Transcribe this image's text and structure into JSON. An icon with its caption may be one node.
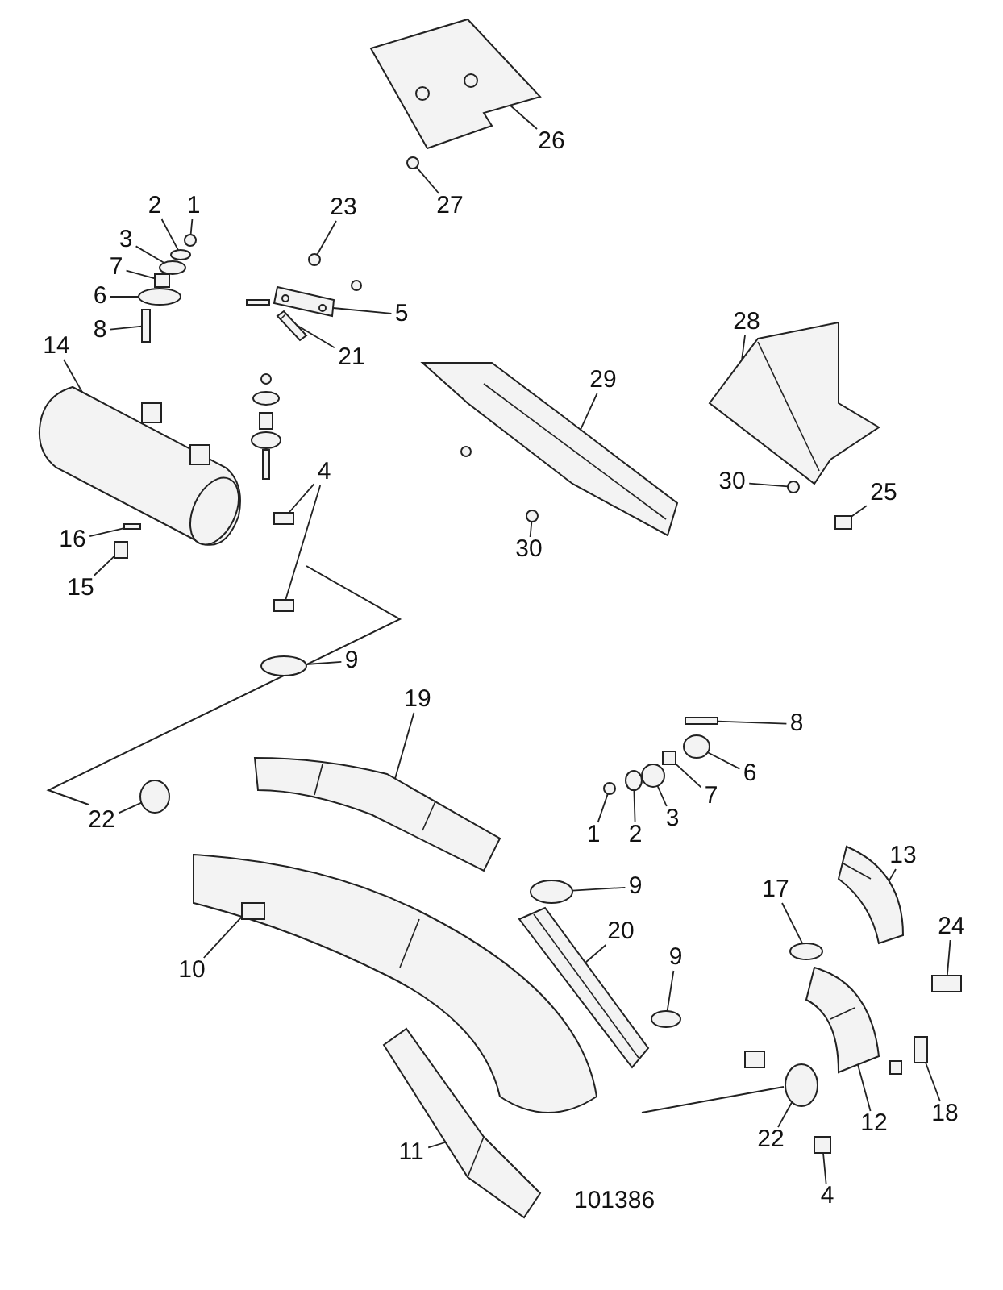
{
  "diagram": {
    "nodes": [
      {
        "text": [
          "26"
        ]
      },
      {
        "text": [
          "27"
        ]
      },
      {
        "text": [
          "2"
        ]
      },
      {
        "text": [
          "1"
        ]
      },
      {
        "text": [
          "3"
        ]
      },
      {
        "text": [
          "7"
        ]
      },
      {
        "text": [
          "6"
        ]
      },
      {
        "text": [
          "8"
        ]
      },
      {
        "text": [
          "23"
        ]
      },
      {
        "text": [
          "5"
        ]
      },
      {
        "text": [
          "21"
        ]
      },
      {
        "text": [
          "14"
        ]
      },
      {
        "text": [
          "16"
        ]
      },
      {
        "text": [
          "15"
        ]
      },
      {
        "text": [
          "4"
        ]
      },
      {
        "text": [
          "29"
        ]
      },
      {
        "text": [
          "28"
        ]
      },
      {
        "text": [
          "30"
        ]
      },
      {
        "text": [
          "30"
        ]
      },
      {
        "text": [
          "25"
        ]
      },
      {
        "text": [
          "9"
        ]
      },
      {
        "text": [
          "19"
        ]
      },
      {
        "text": [
          "8"
        ]
      },
      {
        "text": [
          "6"
        ]
      },
      {
        "text": [
          "7"
        ]
      },
      {
        "text": [
          "3"
        ]
      },
      {
        "text": [
          "2"
        ]
      },
      {
        "text": [
          "1"
        ]
      },
      {
        "text": [
          "22"
        ]
      },
      {
        "text": [
          "9"
        ]
      },
      {
        "text": [
          "20"
        ]
      },
      {
        "text": [
          "17"
        ]
      },
      {
        "text": [
          "13"
        ]
      },
      {
        "text": [
          "24"
        ]
      },
      {
        "text": [
          "9"
        ]
      },
      {
        "text": [
          "10"
        ]
      },
      {
        "text": [
          "12"
        ]
      },
      {
        "text": [
          "18"
        ]
      },
      {
        "text": [
          "11"
        ]
      },
      {
        "text": [
          "22"
        ]
      },
      {
        "text": [
          "4"
        ]
      },
      {
        "text": [],
        "shape": "picture"
      },
      {
        "text": [],
        "shape": "circle"
      },
      {
        "text": [],
        "shape": "circle"
      },
      {
        "text": [],
        "shape": "circle"
      },
      {
        "text": [],
        "shape": "circle"
      },
      {
        "text": [],
        "shape": "box"
      },
      {
        "text": [],
        "shape": "circle"
      },
      {
        "text": [],
        "shape": "box"
      },
      {
        "text": [],
        "shape": "circle"
      },
      {
        "text": [],
        "shape": "picture"
      },
      {
        "text": [],
        "shape": "picture"
      },
      {
        "text": [],
        "shape": "picture"
      },
      {
        "text": [],
        "shape": "box"
      },
      {
        "text": [],
        "shape": "box"
      },
      {
        "text": [],
        "shape": "box"
      },
      {
        "text": [],
        "shape": "box"
      },
      {
        "text": [],
        "shape": "picture"
      },
      {
        "text": [],
        "shape": "picture"
      },
      {
        "text": [],
        "shape": "circle"
      },
      {
        "text": [],
        "shape": "circle"
      },
      {
        "text": [],
        "shape": "box"
      },
      {
        "text": [],
        "shape": "circle"
      },
      {
        "text": [],
        "shape": "picture"
      },
      {
        "text": [],
        "shape": "box"
      },
      {
        "text": [],
        "shape": "circle"
      },
      {
        "text": [],
        "shape": "box"
      },
      {
        "text": [],
        "shape": "circle"
      },
      {
        "text": [],
        "shape": "circle"
      },
      {
        "text": [],
        "shape": "circle"
      },
      {
        "text": [],
        "shape": "circle"
      },
      {
        "text": [],
        "shape": "circle"
      },
      {
        "text": [],
        "shape": "picture"
      },
      {
        "text": [],
        "shape": "circle"
      },
      {
        "text": [],
        "shape": "picture"
      },
      {
        "text": [],
        "shape": "box"
      },
      {
        "text": [],
        "shape": "circle"
      },
      {
        "text": [],
        "shape": "picture"
      },
      {
        "text": [],
        "shape": "picture"
      },
      {
        "text": [],
        "shape": "box"
      },
      {
        "text": [],
        "shape": "picture"
      },
      {
        "text": [],
        "shape": "circle"
      },
      {
        "text": [],
        "shape": "box"
      },
      {
        "text": [],
        "shape": "box"
      },
      {
        "text": [],
        "shape": "circle"
      },
      {
        "text": [],
        "shape": "circle"
      },
      {
        "text": [],
        "shape": "circle"
      },
      {
        "text": [],
        "shape": "box"
      },
      {
        "text": [],
        "shape": "circle"
      },
      {
        "text": [],
        "shape": "box"
      },
      {
        "text": [],
        "shape": "circle"
      },
      {
        "text": [],
        "shape": "box"
      },
      {
        "text": [],
        "shape": "box"
      }
    ],
    "edges": [
      {
        "from": 0,
        "to": 41,
        "arrow": "none"
      },
      {
        "from": 1,
        "to": 42,
        "arrow": "none"
      },
      {
        "from": 2,
        "to": 43,
        "arrow": "none"
      },
      {
        "from": 3,
        "to": 44,
        "arrow": "none"
      },
      {
        "from": 4,
        "to": 45,
        "arrow": "none"
      },
      {
        "from": 5,
        "to": 46,
        "arrow": "none"
      },
      {
        "from": 6,
        "to": 47,
        "arrow": "none"
      },
      {
        "from": 7,
        "to": 48,
        "arrow": "none"
      },
      {
        "from": 8,
        "to": 49,
        "arrow": "none"
      },
      {
        "from": 9,
        "to": 50,
        "arrow": "none"
      },
      {
        "from": 10,
        "to": 51,
        "arrow": "none"
      },
      {
        "from": 11,
        "to": 52,
        "arrow": "none"
      },
      {
        "from": 12,
        "to": 53,
        "arrow": "none"
      },
      {
        "from": 13,
        "to": 54,
        "arrow": "none"
      },
      {
        "from": 14,
        "to": 55,
        "arrow": "none"
      },
      {
        "from": 14,
        "to": 56,
        "arrow": "none"
      },
      {
        "from": 15,
        "to": 57,
        "arrow": "none"
      },
      {
        "from": 16,
        "to": 58,
        "arrow": "none"
      },
      {
        "from": 17,
        "to": 59,
        "arrow": "none"
      },
      {
        "from": 18,
        "to": 60,
        "arrow": "none"
      },
      {
        "from": 19,
        "to": 61,
        "arrow": "none"
      },
      {
        "from": 20,
        "to": 62,
        "arrow": "none"
      },
      {
        "from": 21,
        "to": 63,
        "arrow": "none"
      },
      {
        "from": 22,
        "to": 64,
        "arrow": "none"
      },
      {
        "from": 23,
        "to": 65,
        "arrow": "none"
      },
      {
        "from": 24,
        "to": 66,
        "arrow": "none"
      },
      {
        "from": 25,
        "to": 67,
        "arrow": "none"
      },
      {
        "from": 26,
        "to": 68,
        "arrow": "none"
      },
      {
        "from": 27,
        "to": 69,
        "arrow": "none"
      },
      {
        "from": 28,
        "to": 70,
        "arrow": "none"
      },
      {
        "from": 29,
        "to": 71,
        "arrow": "none"
      },
      {
        "from": 30,
        "to": 72,
        "arrow": "none"
      },
      {
        "from": 31,
        "to": 73,
        "arrow": "none"
      },
      {
        "from": 32,
        "to": 74,
        "arrow": "none"
      },
      {
        "from": 33,
        "to": 75,
        "arrow": "none"
      },
      {
        "from": 34,
        "to": 76,
        "arrow": "none"
      },
      {
        "from": 35,
        "to": 77,
        "arrow": "none"
      },
      {
        "from": 36,
        "to": 78,
        "arrow": "none"
      },
      {
        "from": 37,
        "to": 79,
        "arrow": "none"
      },
      {
        "from": 38,
        "to": 80,
        "arrow": "none"
      },
      {
        "from": 39,
        "to": 81,
        "arrow": "none"
      },
      {
        "from": 40,
        "to": 82,
        "arrow": "none"
      }
    ],
    "labels": [
      "101386"
    ]
  }
}
